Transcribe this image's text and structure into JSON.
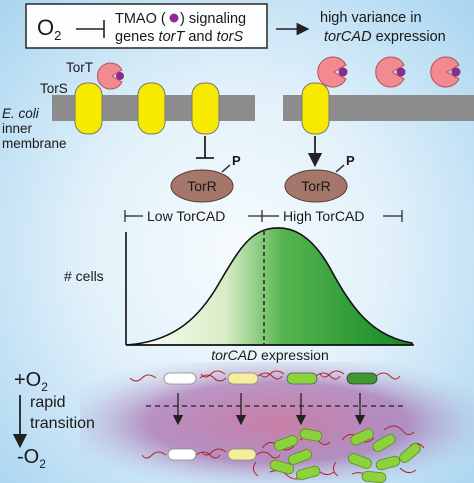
{
  "header": {
    "o2_base": "O",
    "o2_sub": "2",
    "box_line1": "TMAO (",
    "box_line1_end": ") signaling",
    "box_line2_a": "genes ",
    "box_line2_tort": "torT",
    "box_line2_b": " and ",
    "box_line2_tors": "torS",
    "result_line1": "high variance in",
    "result_line2_italic": "torCAD",
    "result_line2_rest": " expression"
  },
  "membrane": {
    "tort_label": "TorT",
    "tors_label": "TorS",
    "ecoli_italic": "E. coli",
    "inner_label": "inner",
    "membrane_label": "membrane"
  },
  "regulators": {
    "torr_label": "TorR",
    "phospho_label": "P"
  },
  "histogram": {
    "low_label": "Low TorCAD",
    "high_label": "High TorCAD",
    "ylabel": "# cells",
    "xlabel_italic": "torCAD",
    "xlabel_rest": " expression"
  },
  "transition": {
    "plus_o2": "+O",
    "minus_o2": "-O",
    "o2_sub": "2",
    "rapid_label": "rapid",
    "transition_label": "transition"
  },
  "colors": {
    "membrane": "#8c8c8c",
    "receptor_yellow": "#f7ea00",
    "tmao_pink": "#f48a91",
    "tmao_purple": "#8e2a8c",
    "torr_brown": "#a5776a",
    "high_green": "#1c9a2e",
    "low_green": "#cfe6b5",
    "cell_green": "#8cd23a",
    "flagella_red": "#b0222a",
    "band_purple": "#7a3a8c"
  }
}
